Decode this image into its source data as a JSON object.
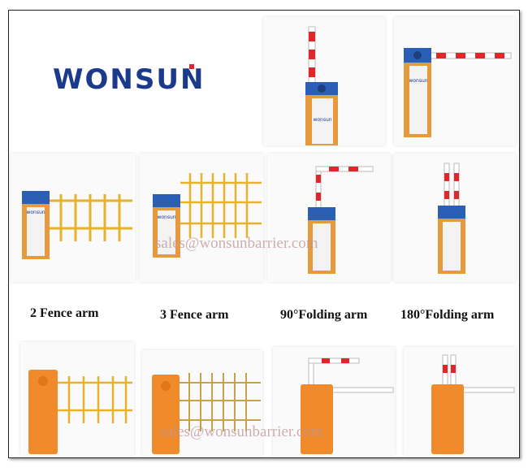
{
  "brand": {
    "logo_text": "WONSUN"
  },
  "watermark": "sales@wonsunbarrier.com",
  "captions": [
    "2 Fence arm",
    "3 Fence arm",
    "90°Folding arm",
    "180°Folding arm"
  ],
  "colors": {
    "housing_orange": "#e79a3c",
    "cap_blue": "#2a5fb5",
    "arm_red": "#e0262a",
    "fence_yellow": "#e8b32a",
    "logo_blue": "#1b3a8c",
    "logo_red": "#e0262a"
  }
}
